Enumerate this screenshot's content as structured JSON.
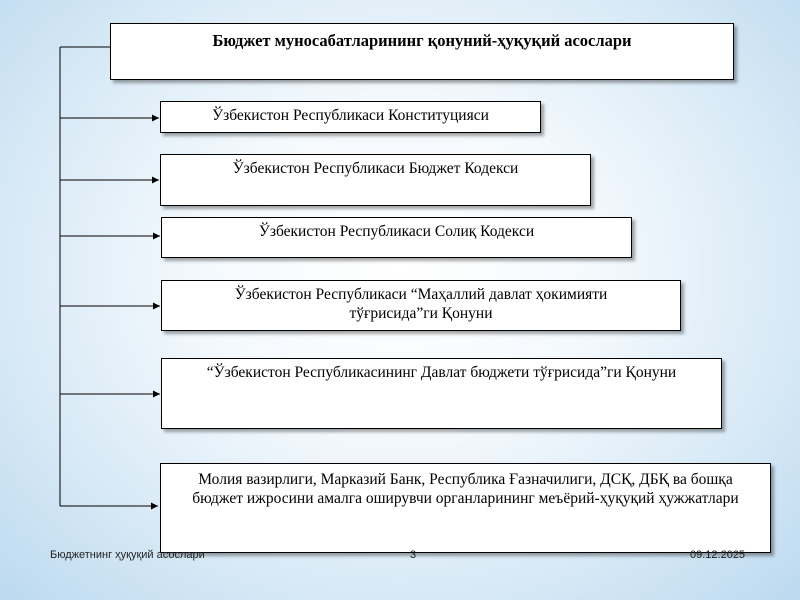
{
  "diagram": {
    "title": "Бюджет муносабатларининг қонуний-ҳуқуқий асослари",
    "items": [
      {
        "label": "Ўзбекистон Республикаси Конституцияси"
      },
      {
        "label": "Ўзбекистон Республикаси Бюджет Кодекси"
      },
      {
        "label": "Ўзбекистон Республикаси Солиқ Кодекси"
      },
      {
        "label": "Ўзбекистон Республикаси “Маҳаллий давлат ҳокимияти тўғрисида”ги Қонуни"
      },
      {
        "label": "“Ўзбекистон Республикасининг Давлат бюджети тўғрисида”ги Қонуни"
      },
      {
        "label": "Молия вазирлиги, Марказий Банк, Республика Ғазначилиги, ДСҚ, ДБҚ ва бошқа бюджет ижросини амалга оширувчи органларининг меъёрий-ҳуқуқий ҳужжатлари"
      }
    ]
  },
  "footer": {
    "left": "Бюджетнинг ҳуқуқий асослари",
    "page_number": "3",
    "date": "09.12.2025"
  }
}
